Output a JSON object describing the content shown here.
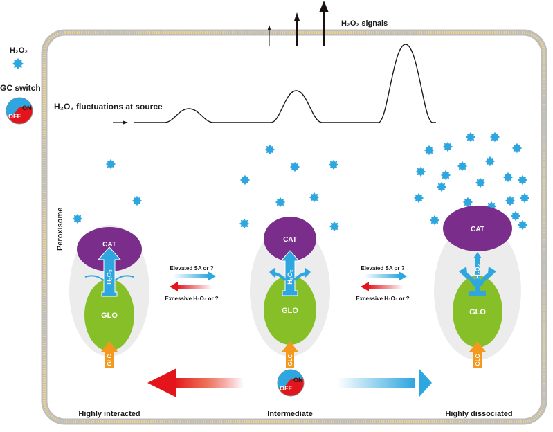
{
  "legend": {
    "h2o2_label": "H₂O₂",
    "switch_label": "GC switch",
    "switch_on": "ON",
    "switch_off": "OFF"
  },
  "compartment_label": "Peroxisome",
  "signals": {
    "label": "H₂O₂ signals",
    "fluctuation_label": "H₂O₂ fluctuations at source",
    "peaks": [
      "small",
      "medium",
      "large"
    ]
  },
  "states": [
    {
      "name": "Highly interacted",
      "cat": "CAT",
      "glo": "GLO",
      "glc": "GLC",
      "h2o2": "H₂O₂"
    },
    {
      "name": "Intermediate",
      "cat": "CAT",
      "glo": "GLO",
      "glc": "GLC",
      "h2o2": "H₂O₂"
    },
    {
      "name": "Highly dissociated",
      "cat": "CAT",
      "glo": "GLO",
      "glc": "GLC",
      "h2o2": "H₂O₂"
    }
  ],
  "transitions": [
    {
      "forward": "Elevated SA or ?",
      "backward": "Excessive H₂O₂ or ?"
    },
    {
      "forward": "Elevated SA or ?",
      "backward": "Excessive H₂O₂ or ?"
    }
  ],
  "bottom_switch": {
    "on": "ON",
    "off": "OFF"
  },
  "colors": {
    "h2o2": "#2ea6df",
    "cat": "#7b2d8b",
    "glo": "#86bf28",
    "glc": "#f39a1e",
    "red": "#e3141b",
    "blue": "#2ea6df",
    "membrane_gray": "#b4b4b4",
    "membrane_yellow": "#f0d28a",
    "peroxisome_fill": "#ececec"
  }
}
